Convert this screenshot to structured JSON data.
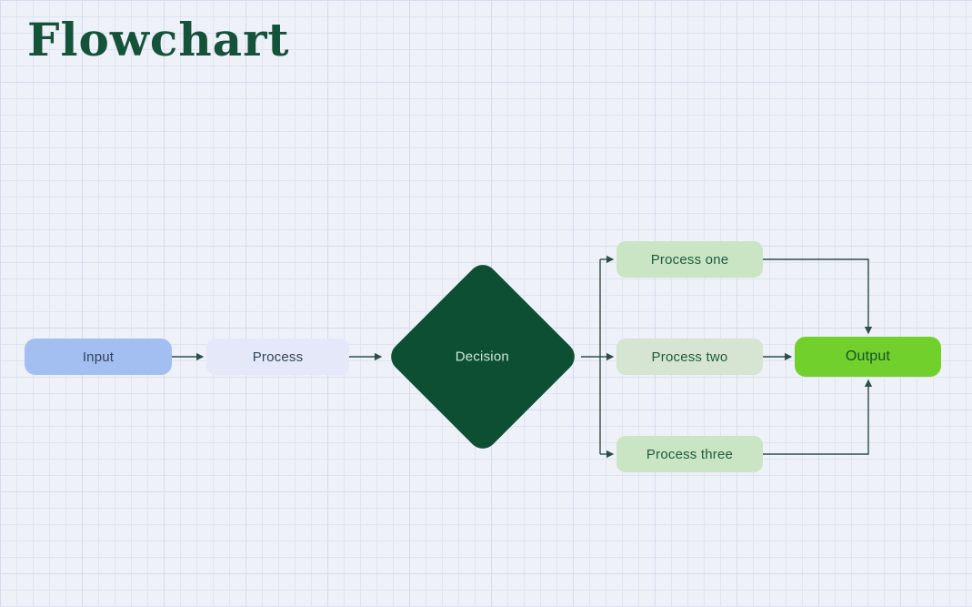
{
  "page": {
    "title": "Flowchart"
  },
  "colors": {
    "background": "#eef1f8",
    "grid_line": "#dfe4f2",
    "grid_line_major": "#d4dcee",
    "title_text": "#14523a",
    "connector": "#2e4f48",
    "input_fill": "#a3bef1",
    "input_text": "#31445c",
    "process_fill": "#e4e8f8",
    "process_text": "#31445c",
    "decision_fill": "#0c4f33",
    "decision_text": "#cfe8da",
    "branch_fill": "#c9e5c3",
    "branch_fill_muted": "#d6e5d1",
    "branch_text": "#1d5c40",
    "output_fill": "#72d02c",
    "output_text": "#17502f"
  },
  "diagram": {
    "type": "flowchart",
    "nodes": [
      {
        "id": "input",
        "label": "Input",
        "shape": "rounded-rect"
      },
      {
        "id": "process",
        "label": "Process",
        "shape": "rounded-rect"
      },
      {
        "id": "decision",
        "label": "Decision",
        "shape": "diamond"
      },
      {
        "id": "process_one",
        "label": "Process one",
        "shape": "rounded-rect"
      },
      {
        "id": "process_two",
        "label": "Process two",
        "shape": "rounded-rect"
      },
      {
        "id": "process_three",
        "label": "Process three",
        "shape": "rounded-rect"
      },
      {
        "id": "output",
        "label": "Output",
        "shape": "rounded-rect"
      }
    ],
    "edges": [
      {
        "from": "input",
        "to": "process"
      },
      {
        "from": "process",
        "to": "decision"
      },
      {
        "from": "decision",
        "to": "process_one"
      },
      {
        "from": "decision",
        "to": "process_two"
      },
      {
        "from": "decision",
        "to": "process_three"
      },
      {
        "from": "process_one",
        "to": "output"
      },
      {
        "from": "process_two",
        "to": "output"
      },
      {
        "from": "process_three",
        "to": "output"
      }
    ]
  }
}
